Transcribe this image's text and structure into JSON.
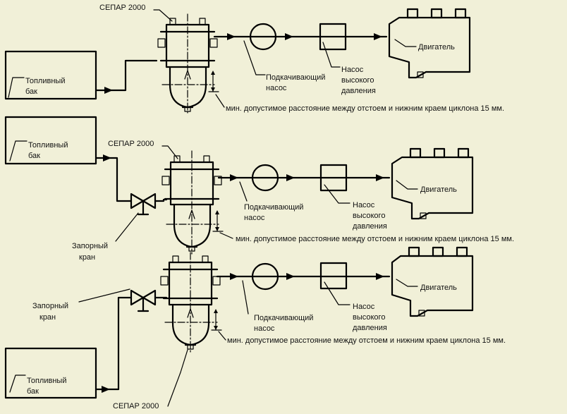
{
  "diagrams": [
    {
      "tank_label_1": "Топливный",
      "tank_label_2": "бак",
      "separator_label": "СЕПАР 2000",
      "boost_pump_label_1": "Подкачивающий",
      "boost_pump_label_2": "насос",
      "hp_pump_label_1": "Насос",
      "hp_pump_label_2": "высокого",
      "hp_pump_label_3": "давления",
      "engine_label": "Двигатель",
      "clearance_note": "мин. допустимое расстояние между отстоем и нижним краем циклона 15 мм."
    },
    {
      "tank_label_1": "Топливный",
      "tank_label_2": "бак",
      "separator_label": "СЕПАР 2000",
      "valve_label_1": "Запорный",
      "valve_label_2": "кран",
      "boost_pump_label_1": "Подкачивающий",
      "boost_pump_label_2": "насос",
      "hp_pump_label_1": "Насос",
      "hp_pump_label_2": "высокого",
      "hp_pump_label_3": "давления",
      "engine_label": "Двигатель",
      "clearance_note": "мин. допустимое расстояние между отстоем и нижним краем циклона 15 мм."
    },
    {
      "tank_label_1": "Топливный",
      "tank_label_2": "бак",
      "separator_label": "СЕПАР 2000",
      "valve_label_1": "Запорный",
      "valve_label_2": "кран",
      "boost_pump_label_1": "Подкачивающий",
      "boost_pump_label_2": "насос",
      "hp_pump_label_1": "Насос",
      "hp_pump_label_2": "высокого",
      "hp_pump_label_3": "давления",
      "engine_label": "Двигатель",
      "clearance_note": "мин. допустимое расстояние между отстоем и нижним краем циклона 15 мм."
    }
  ]
}
